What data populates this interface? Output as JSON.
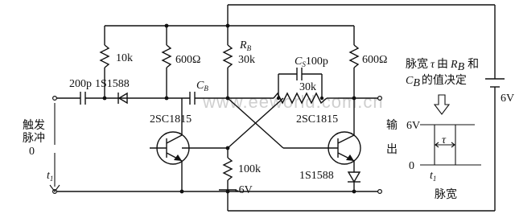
{
  "diagram": {
    "watermark": "www.eeworld.com.cn",
    "components": {
      "r1": "10k",
      "r2": "600Ω",
      "rb": "30k",
      "rb_sym": "R",
      "rb_sub": "B",
      "cb_sym": "C",
      "cb_sub": "B",
      "cs_sym": "C",
      "cs_sub": "S",
      "cs_val": "100p",
      "r_feedback": "30k",
      "r4": "600Ω",
      "c_in": "200p",
      "d_in": "1S1588",
      "q1": "2SC1815",
      "q2": "2SC1815",
      "r5": "100k",
      "d_out": "1S1588",
      "supply_neg": "-6V",
      "supply_pos": "6V"
    },
    "input": {
      "label_line1": "触发",
      "label_line2": "脉冲",
      "zero": "0",
      "t1": "t",
      "t1_sub": "1"
    },
    "output": {
      "label_line1": "输",
      "label_line2": "出"
    },
    "waveform": {
      "note_line1_pre": "脉宽",
      "note_tau": "τ",
      "note_line1_mid": "由",
      "note_line1_post": "和",
      "note_line2_post": "的值决定",
      "level_6v": "6V",
      "level_0": "0",
      "tau": "τ",
      "t1": "t",
      "t1_sub": "1",
      "caption": "脉宽"
    }
  }
}
